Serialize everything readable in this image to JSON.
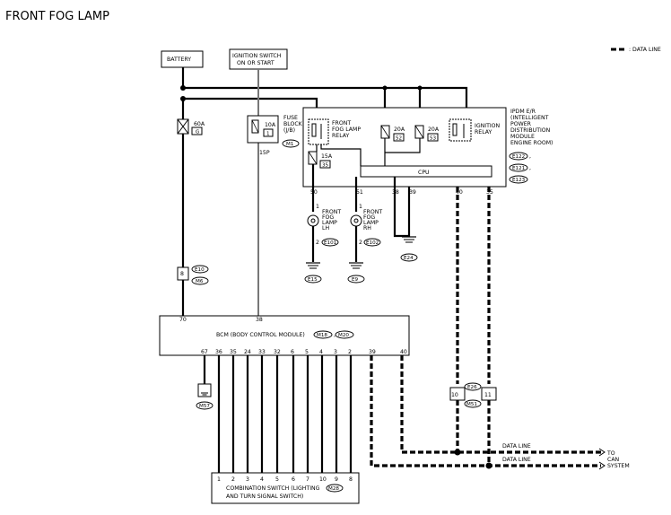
{
  "title": "FRONT FOG LAMP",
  "legend": {
    "data_line": ": DATA LINE"
  },
  "components": {
    "battery": "BATTERY",
    "ignition_switch_1": "IGNITION SWITCH",
    "ignition_switch_2": "ON OR START",
    "fusible_link_value": "60A",
    "fusible_link_id": "G",
    "fuse_block_1": "FUSE",
    "fuse_block_2": "BLOCK",
    "fuse_block_3": "(J/B)",
    "fuse_block_connector": "M1",
    "fuse_10a_value": "10A",
    "fuse_10a_id": "1",
    "pin_15p": "15P",
    "ipdm_1": "IPDM E/R",
    "ipdm_2": "(INTELLIGENT",
    "ipdm_3": "POWER",
    "ipdm_4": "DISTRIBUTION",
    "ipdm_5": "MODULE",
    "ipdm_6": "ENGINE ROOM)",
    "ipdm_conn_1": "E122",
    "ipdm_conn_2": "E121",
    "ipdm_conn_3": "E123",
    "fog_relay_1": "FRONT",
    "fog_relay_2": "FOG LAMP",
    "fog_relay_3": "RELAY",
    "fuse_20a_1_value": "20A",
    "fuse_20a_1_id": "52",
    "fuse_20a_2_value": "20A",
    "fuse_20a_2_id": "53",
    "fuse_15a_value": "15A",
    "fuse_15a_id": "35",
    "ign_relay_1": "IGNITION",
    "ign_relay_2": "RELAY",
    "cpu": "CPU",
    "pins_ipdm": [
      "50",
      "51",
      "38",
      "39",
      "40",
      "35"
    ],
    "lamp_lh_1": "FRONT",
    "lamp_lh_2": "FOG",
    "lamp_lh_3": "LAMP",
    "lamp_lh_4": "LH",
    "lamp_lh_conn": "E101",
    "lamp_rh_1": "FRONT",
    "lamp_rh_2": "FOG",
    "lamp_rh_3": "LAMP",
    "lamp_rh_4": "RH",
    "lamp_rh_conn": "E102",
    "lamp_pin_1": "1",
    "lamp_pin_2": "2",
    "ground_e15": "E15",
    "ground_e9": "E9",
    "ground_e24": "E24",
    "ground_m57": "M57",
    "joint_pin": "8",
    "joint_e10": "E10",
    "joint_m6": "M6",
    "bcm": "BCM (BODY CONTROL MODULE)",
    "bcm_conn_1": "M18",
    "bcm_conn_2": "M20",
    "bcm_pin_70": "70",
    "bcm_pin_38": "38",
    "bcm_bottom_pins": [
      "67",
      "36",
      "35",
      "24",
      "33",
      "32",
      "6",
      "5",
      "4",
      "3",
      "2",
      "39",
      "40"
    ],
    "joint2_e26": "E26",
    "joint2_m51": "M51",
    "joint2_pin_10": "10",
    "joint2_pin_11": "11",
    "combo_pins": [
      "1",
      "2",
      "3",
      "4",
      "5",
      "6",
      "7",
      "10",
      "9",
      "8"
    ],
    "combo_1": "COMBINATION SWITCH (LIGHTING",
    "combo_2": "AND TURN SIGNAL SWITCH)",
    "combo_conn": "M28",
    "data_line_label": "DATA LINE",
    "to_can_1": "TO",
    "to_can_2": "CAN",
    "to_can_3": "SYSTEM"
  }
}
